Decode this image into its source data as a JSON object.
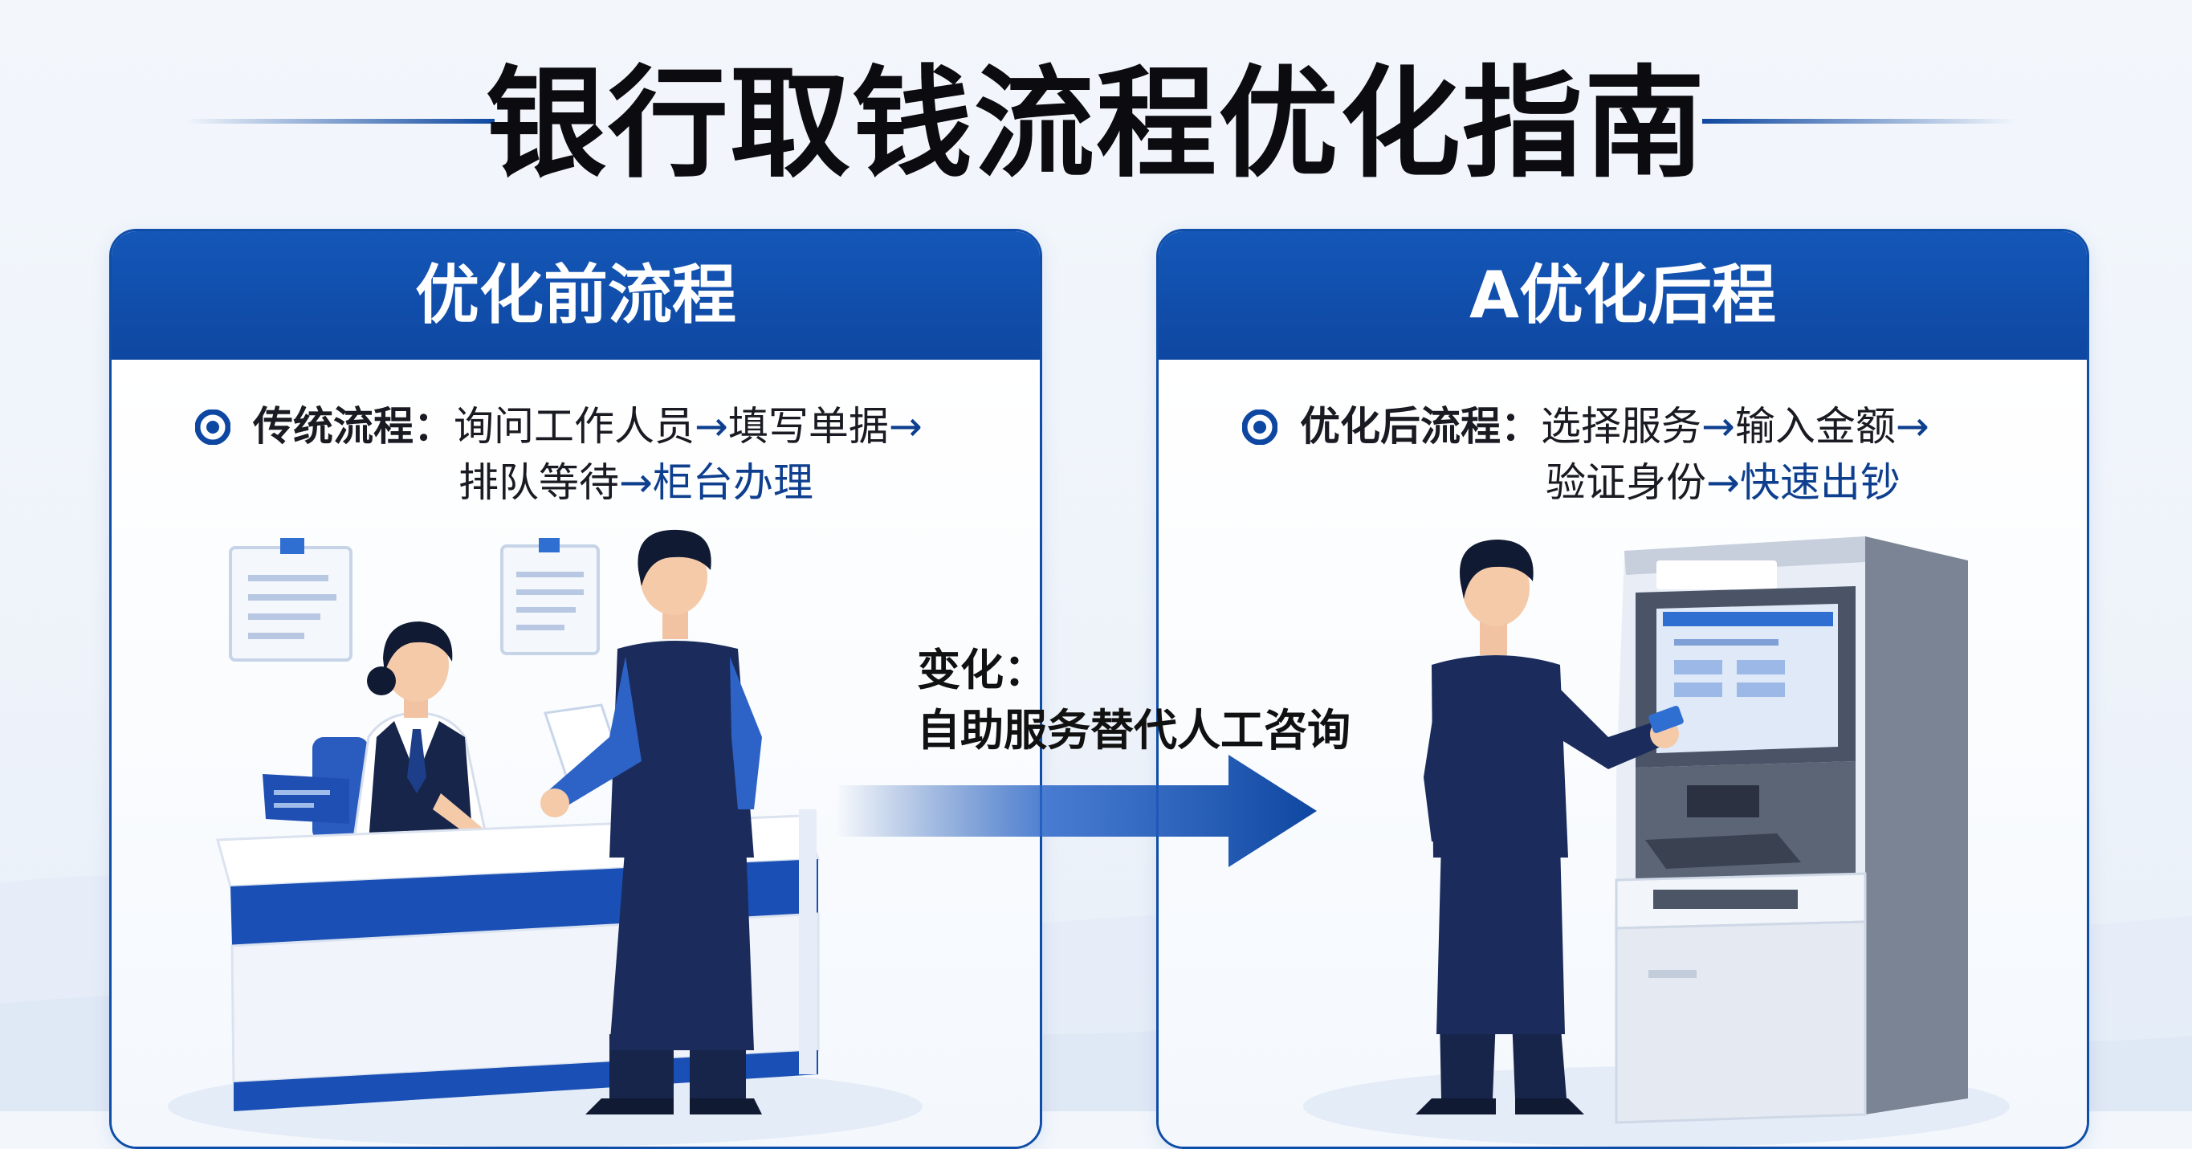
{
  "title": "银行取钱流程优化指南",
  "before": {
    "header": "优化前流程",
    "flow_label": "传统流程：",
    "steps_line1": [
      "询问工作人员",
      "填写单据"
    ],
    "steps_line2": [
      "排队等待",
      "柜台办理"
    ],
    "arrow": "→"
  },
  "after": {
    "header": "A优化后程",
    "flow_label": "优化后流程：",
    "steps_line1": [
      "选择服务",
      "输入金额"
    ],
    "steps_line2": [
      "验证身份",
      "快速出钞"
    ],
    "arrow": "→"
  },
  "change": {
    "label": "变化：",
    "text": "自助服务替代人工咨询"
  },
  "colors": {
    "primary": "#0e47a1",
    "highlight": "#0e3f8f",
    "background": "#f3f7fc"
  },
  "icons": [
    "bullet-icon",
    "document-board-icon",
    "desk-icon",
    "person-icon",
    "atm-icon",
    "arrow-right-icon"
  ]
}
